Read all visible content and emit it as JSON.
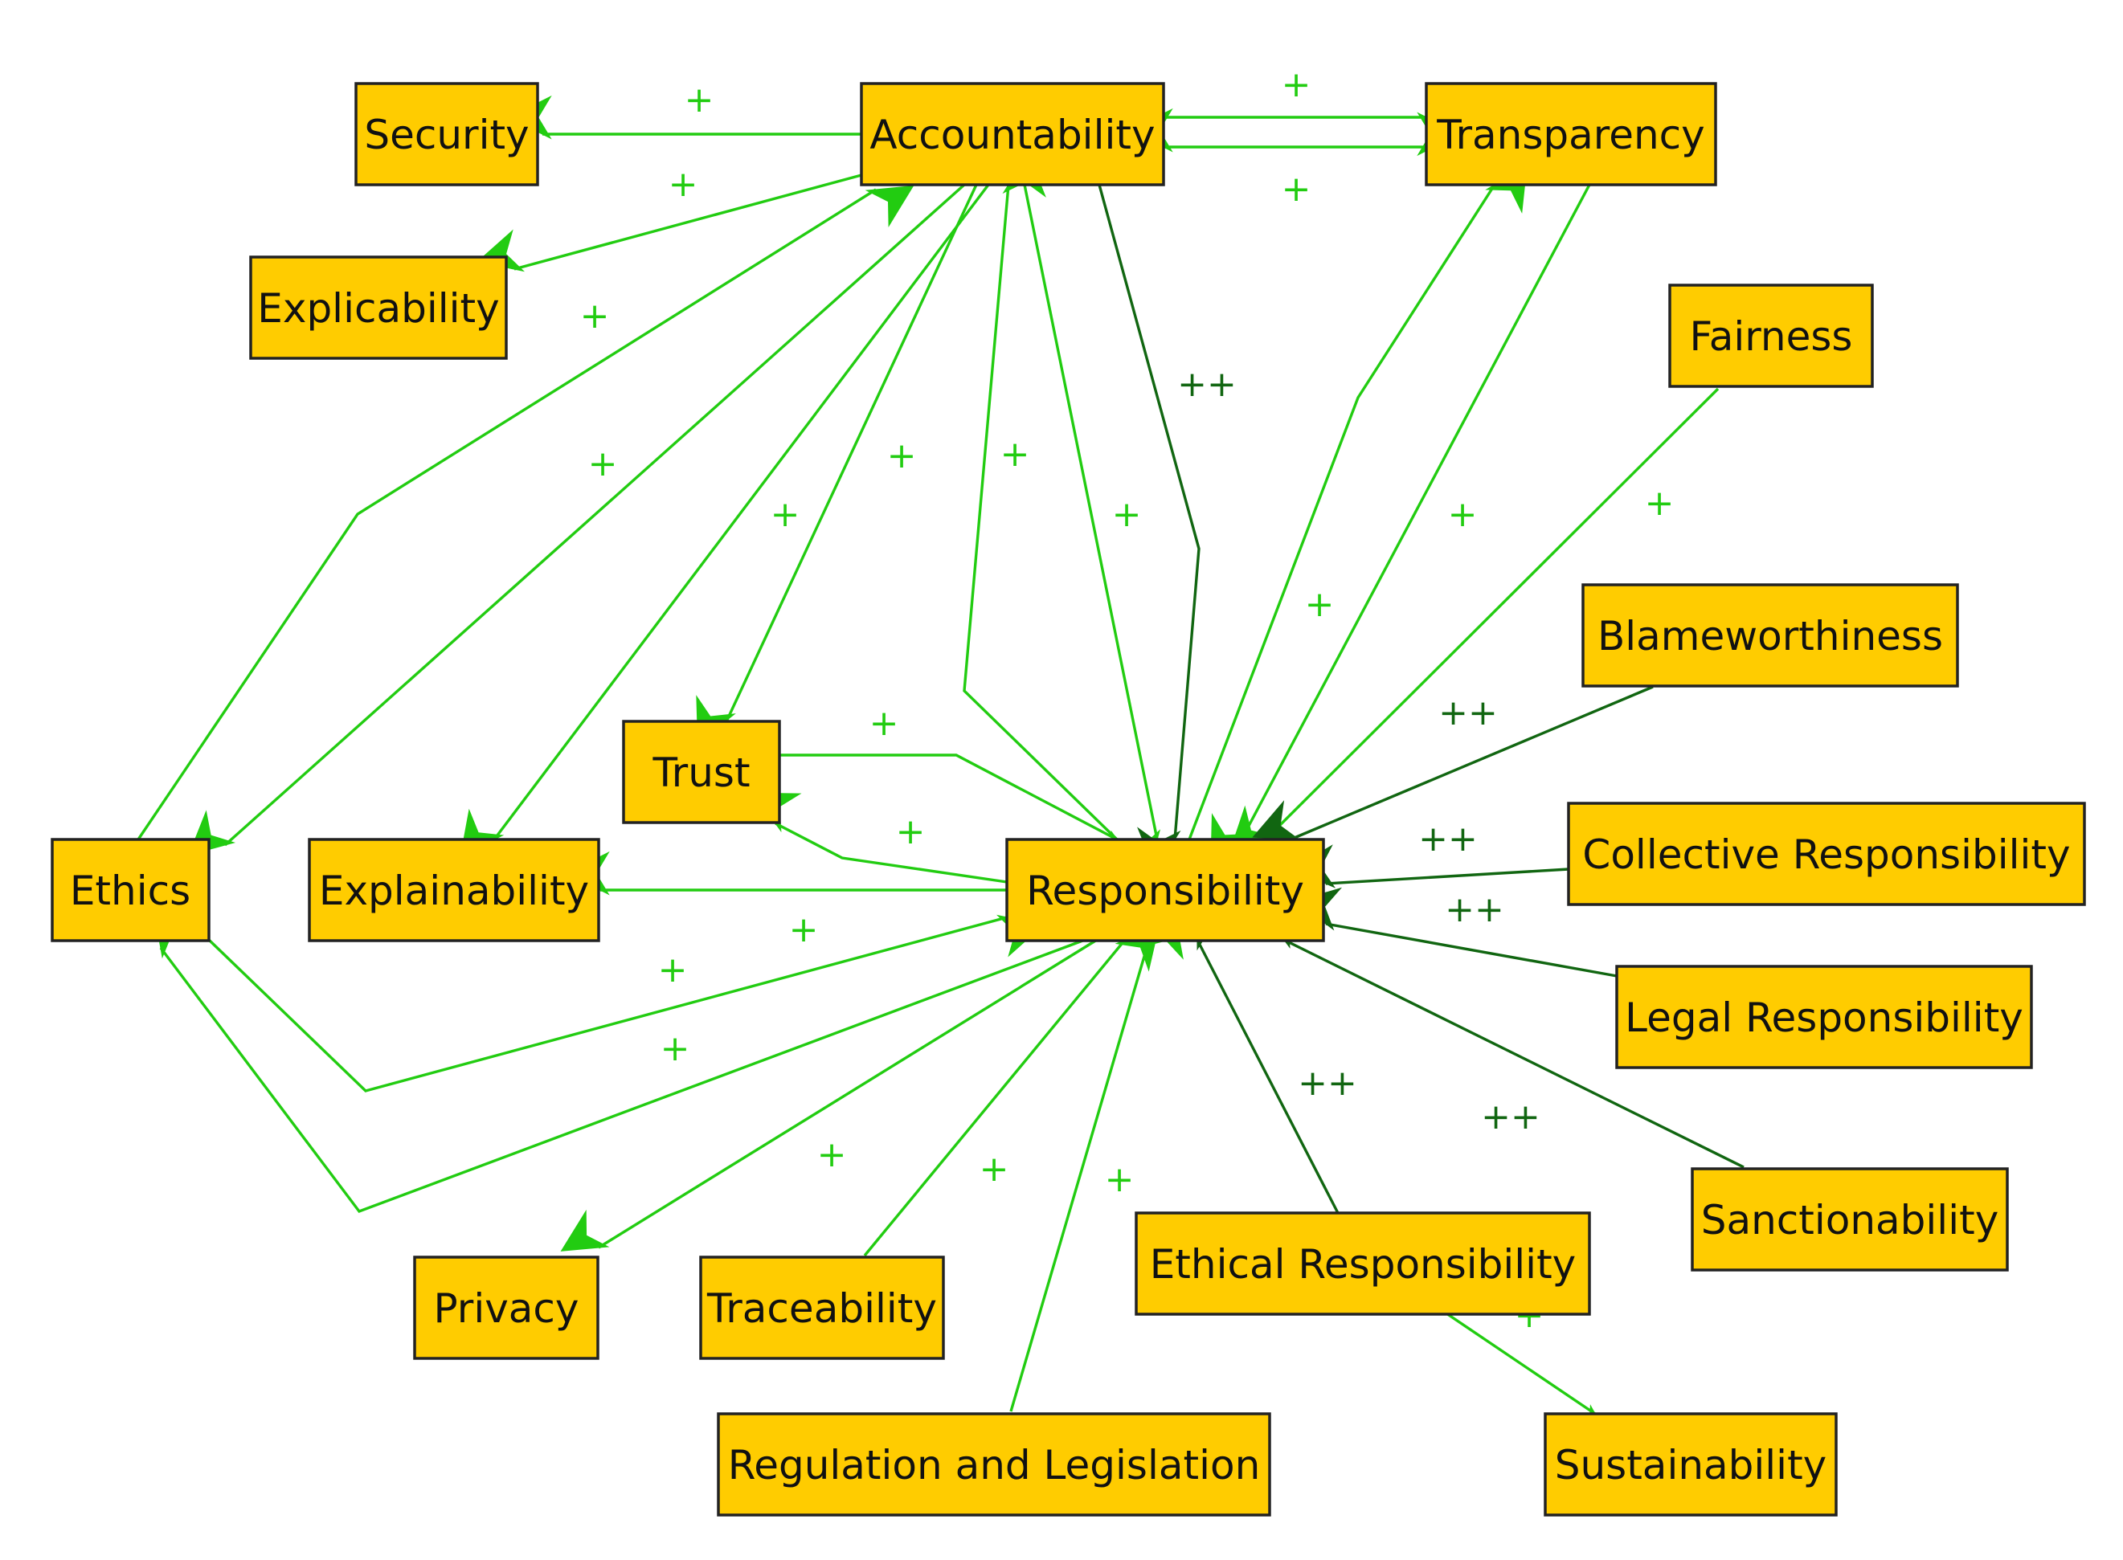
{
  "colors": {
    "node_fill": "#ffcc00",
    "node_border": "#222222",
    "edge_positive": "#22cc11",
    "edge_strong": "#116611"
  },
  "nodes": {
    "security": "Security",
    "accountability": "Accountability",
    "transparency": "Transparency",
    "explicability": "Explicability",
    "fairness": "Fairness",
    "blameworthiness": "Blameworthiness",
    "trust": "Trust",
    "ethics": "Ethics",
    "explainability": "Explainability",
    "responsibility": "Responsibility",
    "collective": "Collective Responsibility",
    "legal": "Legal Responsibility",
    "sanctionability": "Sanctionability",
    "ethical_resp": "Ethical Responsibility",
    "privacy": "Privacy",
    "traceability": "Traceability",
    "regulation": "Regulation and Legislation",
    "sustainability": "Sustainability"
  },
  "edges": [
    {
      "from": "Accountability",
      "to": "Security",
      "label": "+",
      "strength": "positive"
    },
    {
      "from": "Accountability",
      "to": "Transparency",
      "label": "+",
      "strength": "positive"
    },
    {
      "from": "Transparency",
      "to": "Accountability",
      "label": "+",
      "strength": "positive"
    },
    {
      "from": "Accountability",
      "to": "Explicability",
      "label": "+",
      "strength": "positive"
    },
    {
      "from": "Ethics",
      "to": "Accountability",
      "label": "+",
      "strength": "positive"
    },
    {
      "from": "Accountability",
      "to": "Ethics",
      "label": "+",
      "strength": "positive"
    },
    {
      "from": "Accountability",
      "to": "Explainability",
      "label": "+",
      "strength": "positive"
    },
    {
      "from": "Accountability",
      "to": "Trust",
      "label": "+",
      "strength": "positive"
    },
    {
      "from": "Responsibility",
      "to": "Accountability",
      "label": "+",
      "strength": "positive"
    },
    {
      "from": "Accountability",
      "to": "Responsibility",
      "label": "+",
      "strength": "positive"
    },
    {
      "from": "Accountability",
      "to": "Responsibility",
      "label": "++",
      "strength": "strong"
    },
    {
      "from": "Responsibility",
      "to": "Transparency",
      "label": "+",
      "strength": "positive"
    },
    {
      "from": "Transparency",
      "to": "Responsibility",
      "label": "+",
      "strength": "positive"
    },
    {
      "from": "Fairness",
      "to": "Responsibility",
      "label": "+",
      "strength": "positive"
    },
    {
      "from": "Blameworthiness",
      "to": "Responsibility",
      "label": "++",
      "strength": "strong"
    },
    {
      "from": "Collective Responsibility",
      "to": "Responsibility",
      "label": "++",
      "strength": "strong"
    },
    {
      "from": "Legal Responsibility",
      "to": "Responsibility",
      "label": "++",
      "strength": "strong"
    },
    {
      "from": "Sanctionability",
      "to": "Responsibility",
      "label": "++",
      "strength": "strong"
    },
    {
      "from": "Ethical Responsibility",
      "to": "Responsibility",
      "label": "++",
      "strength": "strong"
    },
    {
      "from": "Ethical Responsibility",
      "to": "Sustainability",
      "label": "+",
      "strength": "positive"
    },
    {
      "from": "Trust",
      "to": "Responsibility",
      "label": "+",
      "strength": "positive"
    },
    {
      "from": "Responsibility",
      "to": "Trust",
      "label": "+",
      "strength": "positive"
    },
    {
      "from": "Responsibility",
      "to": "Explainability",
      "label": "",
      "strength": "positive"
    },
    {
      "from": "Ethics",
      "to": "Responsibility",
      "label": "+",
      "strength": "positive"
    },
    {
      "from": "Responsibility",
      "to": "Ethics",
      "label": "+",
      "strength": "positive"
    },
    {
      "from": "Responsibility",
      "to": "Privacy",
      "label": "+",
      "strength": "positive"
    },
    {
      "from": "Traceability",
      "to": "Responsibility",
      "label": "+",
      "strength": "positive"
    },
    {
      "from": "Regulation and Legislation",
      "to": "Responsibility",
      "label": "+",
      "strength": "positive"
    }
  ]
}
